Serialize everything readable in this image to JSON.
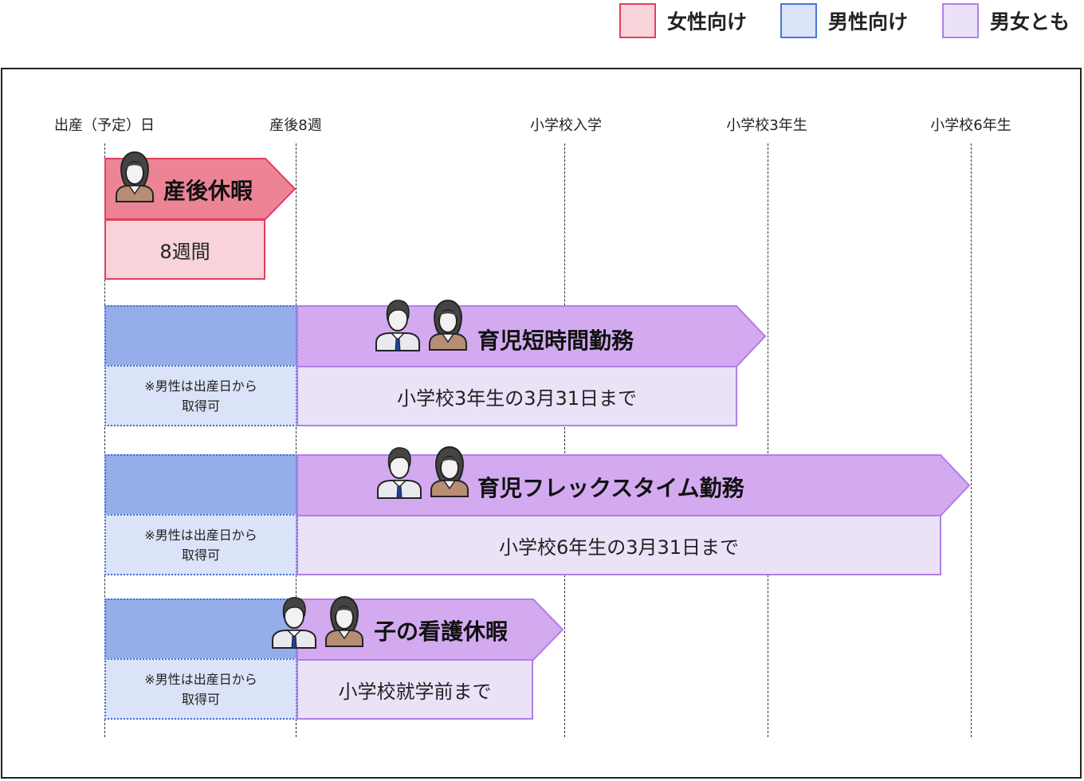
{
  "legend": [
    {
      "label": "女性向け",
      "fill": "#f8d3da",
      "border": "#e0405e"
    },
    {
      "label": "男性向け",
      "fill": "#dae3f7",
      "border": "#4a74d8"
    },
    {
      "label": "男女とも",
      "fill": "#ece2f8",
      "border": "#b07ee8"
    }
  ],
  "timeline": {
    "milestones": [
      "出産（予定）日",
      "産後8週",
      "小学校入学",
      "小学校3年生",
      "小学校6年生"
    ]
  },
  "colors": {
    "women_header": "#ec8496",
    "women_border": "#e0405e",
    "women_body": "#f8d3da",
    "both_header": "#d3aaf0",
    "both_border": "#b07ee8",
    "both_body": "#ece2f8",
    "men_header": "#95ade9",
    "men_body": "#dae3f7",
    "men_border": "#3f6fd8"
  },
  "icons": {
    "man": "businessman-icon",
    "woman": "businesswoman-icon"
  },
  "rows": [
    {
      "title": "産後休暇",
      "period": "8週間",
      "target": "women"
    },
    {
      "title": "育児短時間勤務",
      "period": "小学校3年生の3月31日まで",
      "note": "※男性は出産日から\n取得可",
      "target": "both"
    },
    {
      "title": "育児フレックスタイム勤務",
      "period": "小学校6年生の3月31日まで",
      "note": "※男性は出産日から\n取得可",
      "target": "both"
    },
    {
      "title": "子の看護休暇",
      "period": "小学校就学前まで",
      "note": "※男性は出産日から\n取得可",
      "target": "both"
    }
  ]
}
